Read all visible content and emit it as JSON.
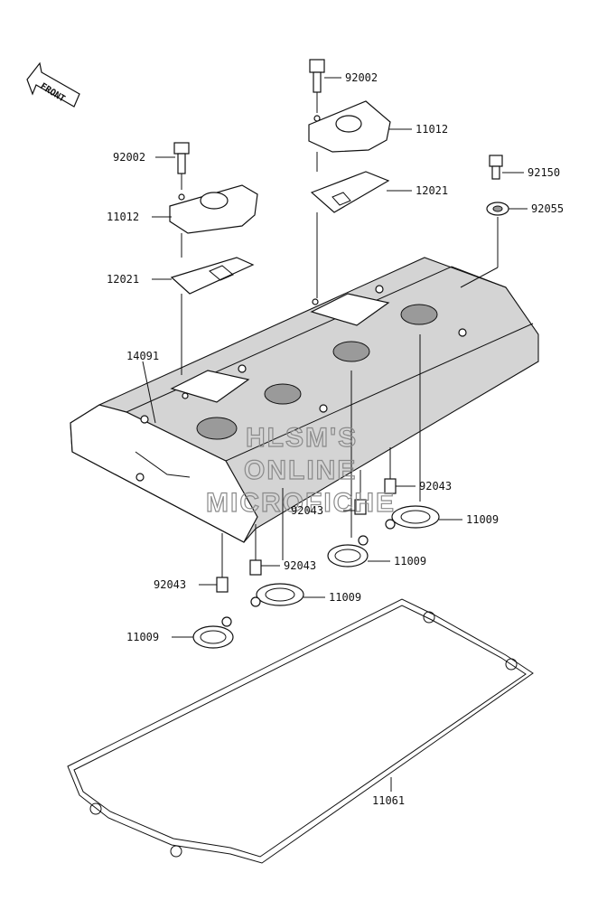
{
  "front_marker": "FRONT",
  "watermark": [
    "HLSM'S",
    "ONLINE",
    "MICROFICHE"
  ],
  "labels": {
    "bolt_right_top": "92002",
    "cap_right": "11012",
    "plate_right": "12021",
    "bolt_left_top": "92002",
    "cap_left": "11012",
    "plate_left": "12021",
    "bolt_92150": "92150",
    "washer_92055": "92055",
    "cover_14091": "14091",
    "dowel_right": "92043",
    "seal_right": "11009",
    "dowel_mid_right": "92043",
    "seal_mid_right": "11009",
    "dowel_mid_left": "92043",
    "seal_mid_left": "11009",
    "dowel_left": "92043",
    "seal_left": "11009",
    "gasket_11061": "11061"
  },
  "colors": {
    "line": "#111111",
    "cover_fill": "#d4d4d4",
    "watermark": "#8a8a8a"
  }
}
